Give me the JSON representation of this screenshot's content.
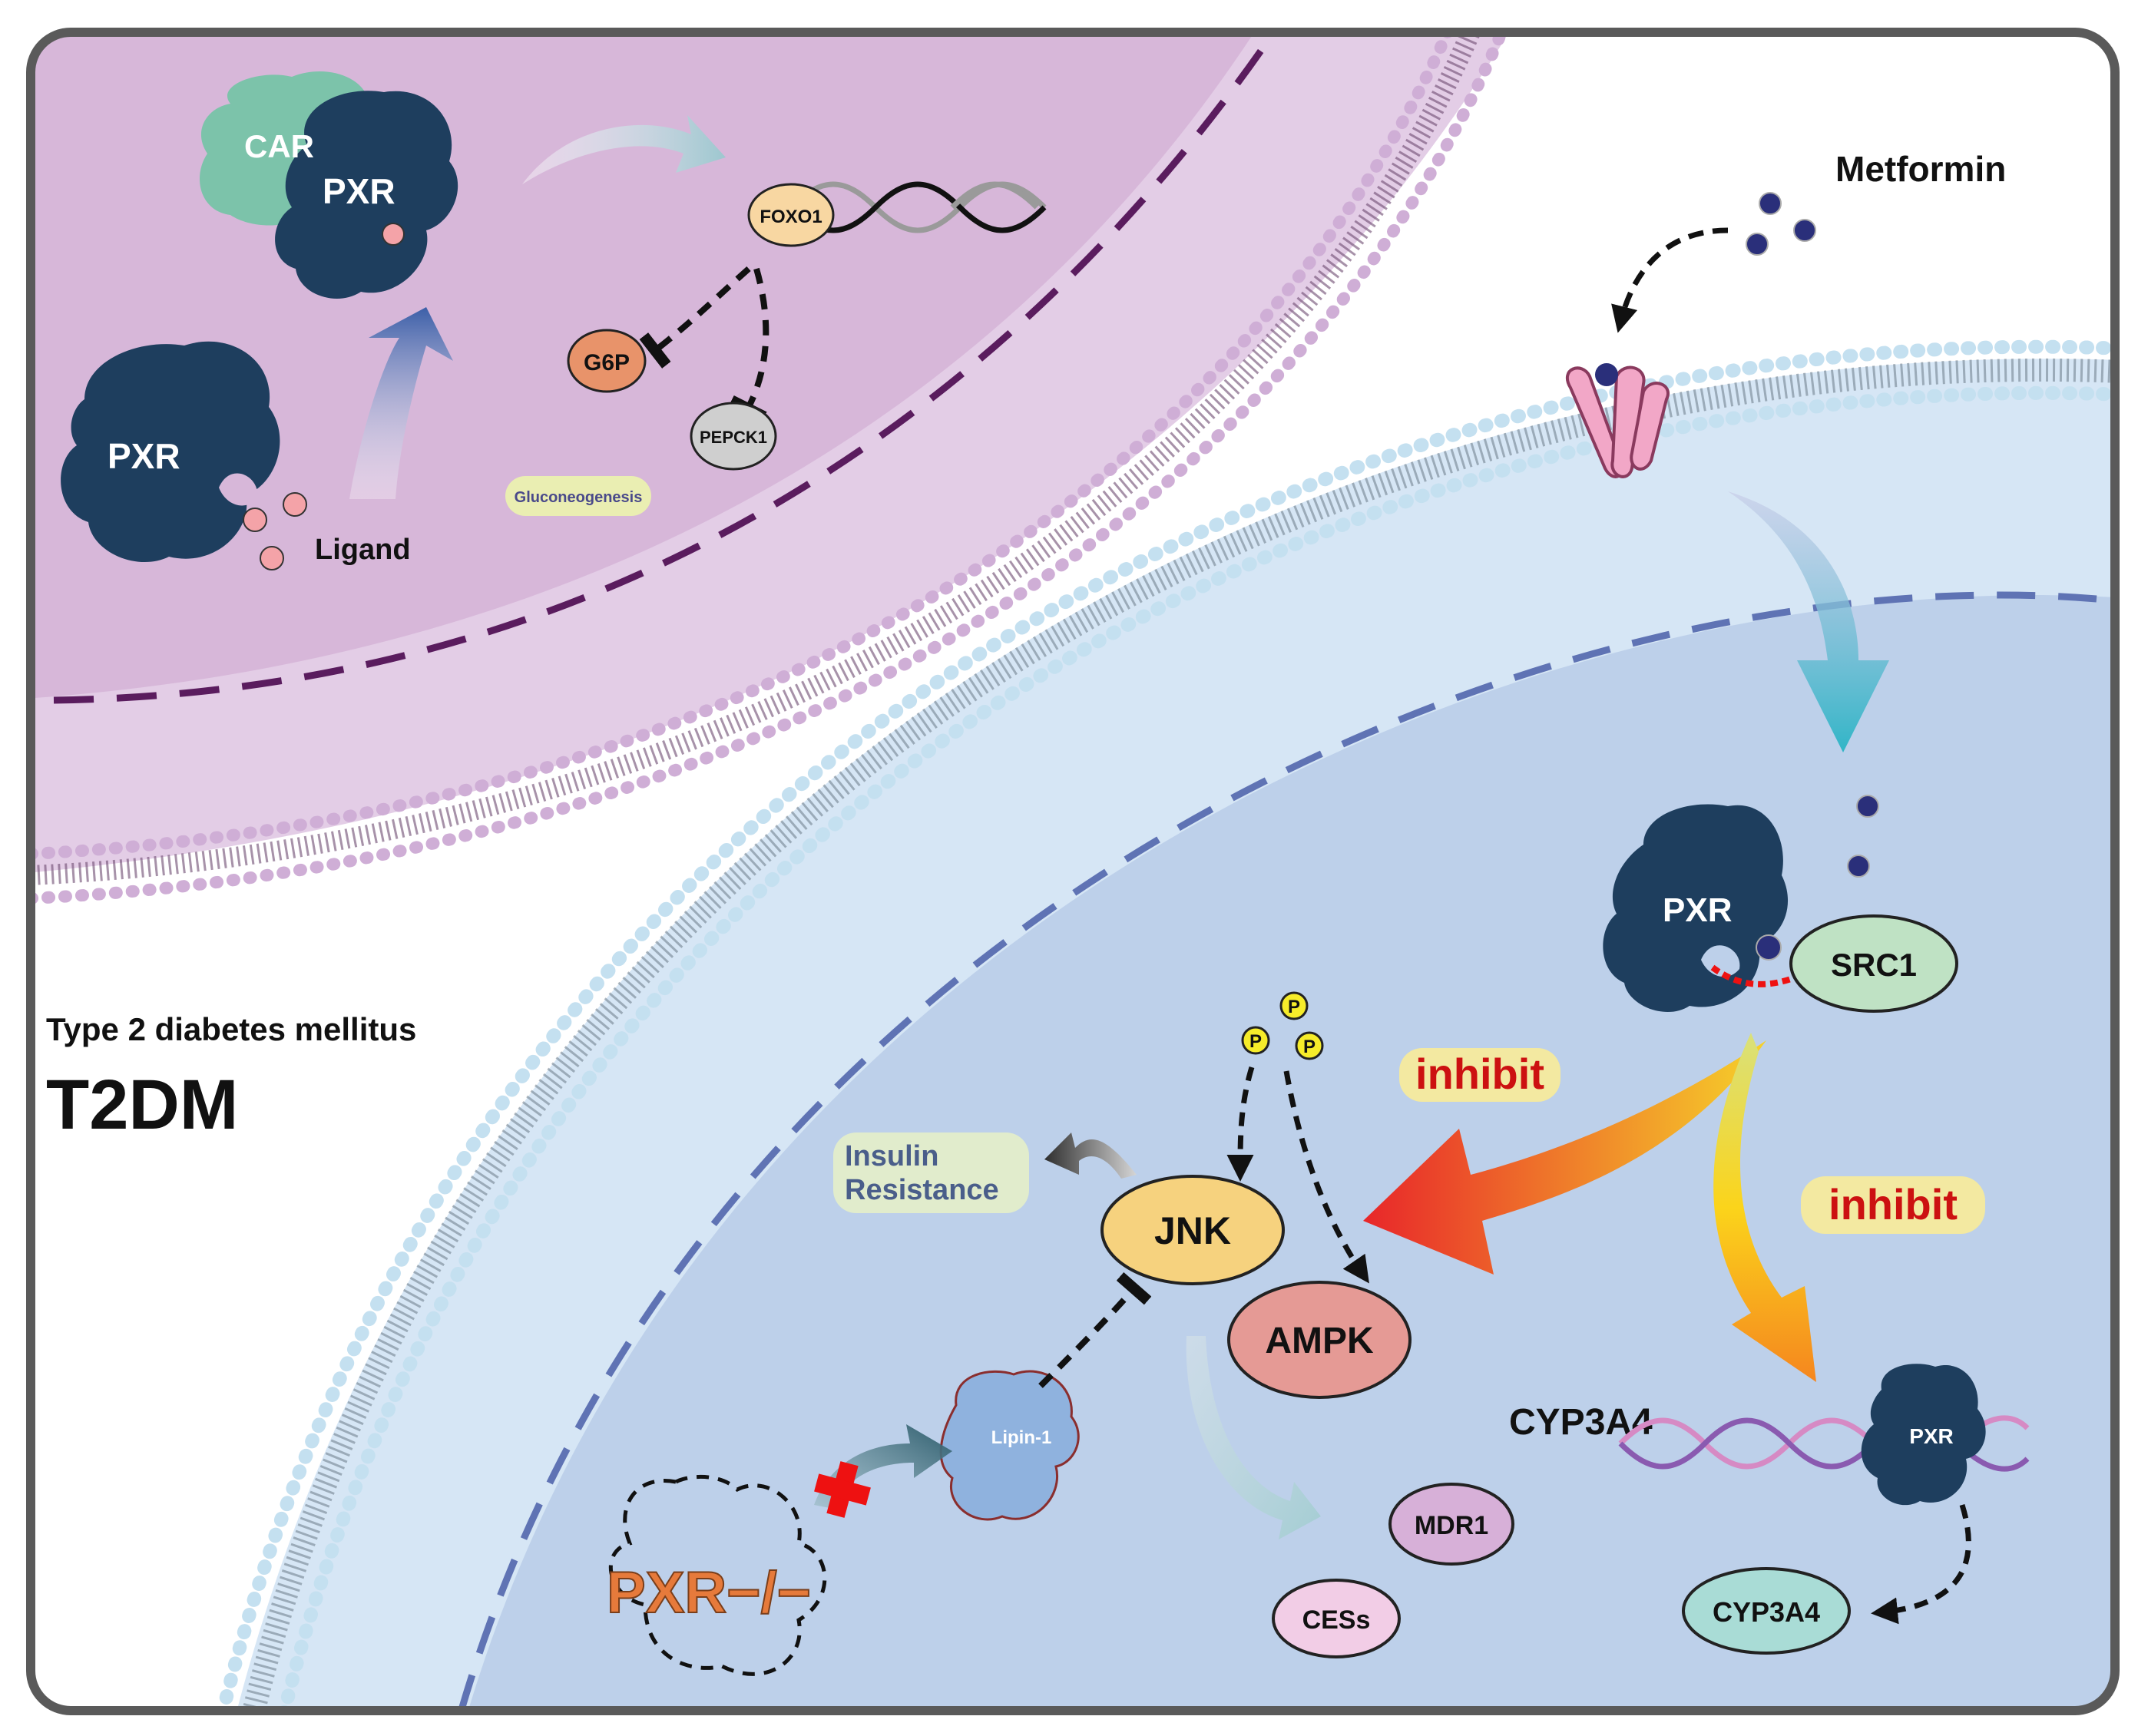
{
  "colors": {
    "frame": "#5a5a5a",
    "cell_left_outer": "#e3cde6",
    "cell_left_nucleus": "#d7b7d9",
    "cell_left_dash": "#5a1c5e",
    "cell_right_outer": "#d6e6f5",
    "cell_right_nucleus": "#bdd0ea",
    "cell_right_dash": "#5f73b4",
    "membrane_left": "#cfaed6",
    "membrane_right": "#c4e0f0",
    "protein_dark": "#1e3e5e",
    "car_green": "#7cc3aa",
    "ligand_pink": "#f4a3a8",
    "metformin_dot": "#2a2f7a",
    "inhibit_text": "#cc1111",
    "inhibit_bg": "#f3e9a1",
    "pxr_ko_orange": "#e67a3b"
  },
  "icons": [
    "car-pxr-complex-icon",
    "pxr-protein-icon",
    "ligand-dots-icon",
    "dna-helix-icon",
    "metformin-dots-icon",
    "transporter-channel-icon",
    "src1-oval-icon",
    "lipin1-protein-icon",
    "red-cross-icon",
    "phosphate-icon"
  ],
  "labels": {
    "car": "CAR",
    "pxr_top": "PXR",
    "pxr_ligand": "PXR",
    "ligand": "Ligand",
    "foxo1": "FOXO1",
    "g6p": "G6P",
    "pepck1": "PEPCK1",
    "gluconeogenesis": "Gluconeogenesis",
    "metformin": "Metformin",
    "pxr_src": "PXR",
    "src1": "SRC1",
    "phospho": "P",
    "inhibit_1": "inhibit",
    "inhibit_2": "inhibit",
    "insulin": "Insulin",
    "resistance": "Resistance",
    "jnk": "JNK",
    "ampk": "AMPK",
    "lipin1": "Lipin-1",
    "pxr_ko": "PXR−/−",
    "mdr1": "MDR1",
    "cess": "CESs",
    "cyp3a4_gene": "CYP3A4",
    "pxr_dna": "PXR",
    "cyp3a4_protein": "CYP3A4",
    "t2dm_full": "Type 2 diabetes mellitus",
    "t2dm_abbr": "T2DM"
  }
}
